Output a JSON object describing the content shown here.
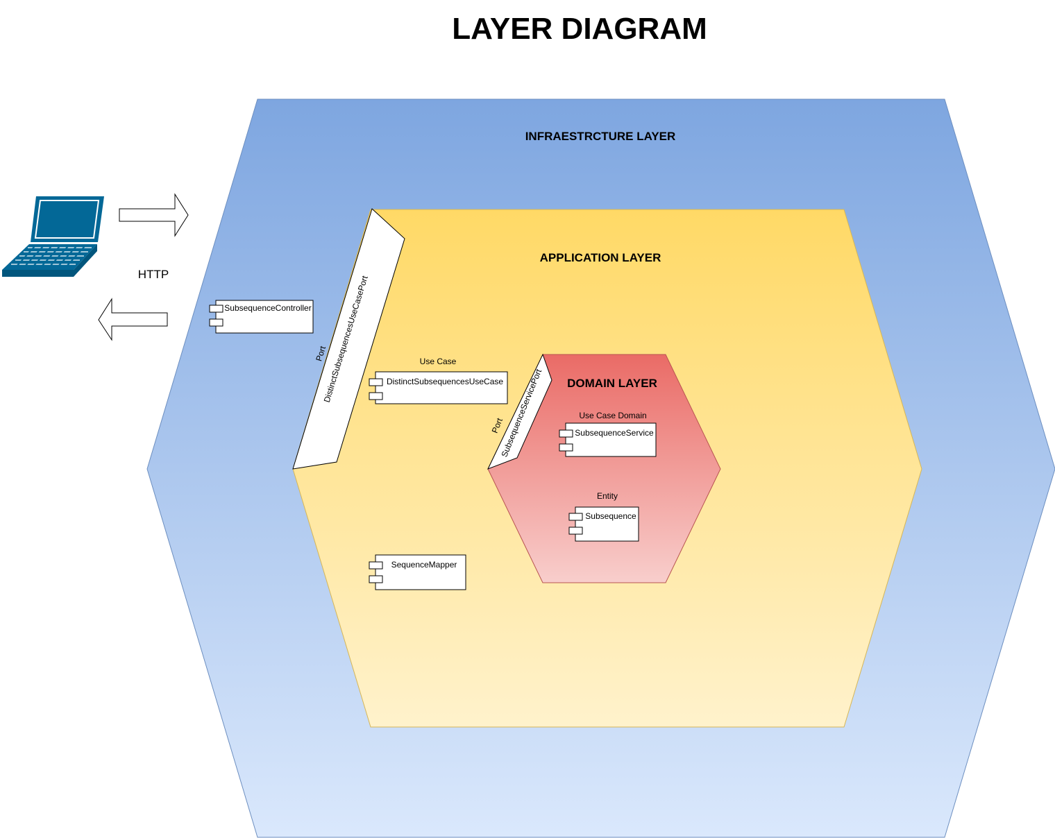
{
  "title": "LAYER DIAGRAM",
  "layers": {
    "infrastructure": {
      "label": "INFRAESTRCTURE LAYER",
      "color_top": "#7EA6E0",
      "color_bottom": "#DAE8FC"
    },
    "application": {
      "label": "APPLICATION LAYER",
      "color_top": "#FFD966",
      "color_bottom": "#FFF2CC"
    },
    "domain": {
      "label": "DOMAIN LAYER",
      "color_top": "#EA6B66",
      "color_bottom": "#F8CECC"
    }
  },
  "client": {
    "icon": "laptop-icon",
    "protocol_label": "HTTP",
    "color": "#036897"
  },
  "ports": {
    "use_case_port": {
      "stereotype": "Port",
      "name": "DistinctSubsequencesUseCasePort"
    },
    "service_port": {
      "stereotype": "Port",
      "name": "SubsequenceServicePort"
    }
  },
  "components": {
    "controller": {
      "name": "SubsequenceController"
    },
    "use_case": {
      "stereotype": "Use Case",
      "name": "DistinctSubsequencesUseCase"
    },
    "mapper": {
      "name": "SequenceMapper"
    },
    "service": {
      "stereotype": "Use Case Domain",
      "name": "SubsequenceService"
    },
    "entity": {
      "stereotype": "Entity",
      "name": "Subsequence"
    }
  }
}
